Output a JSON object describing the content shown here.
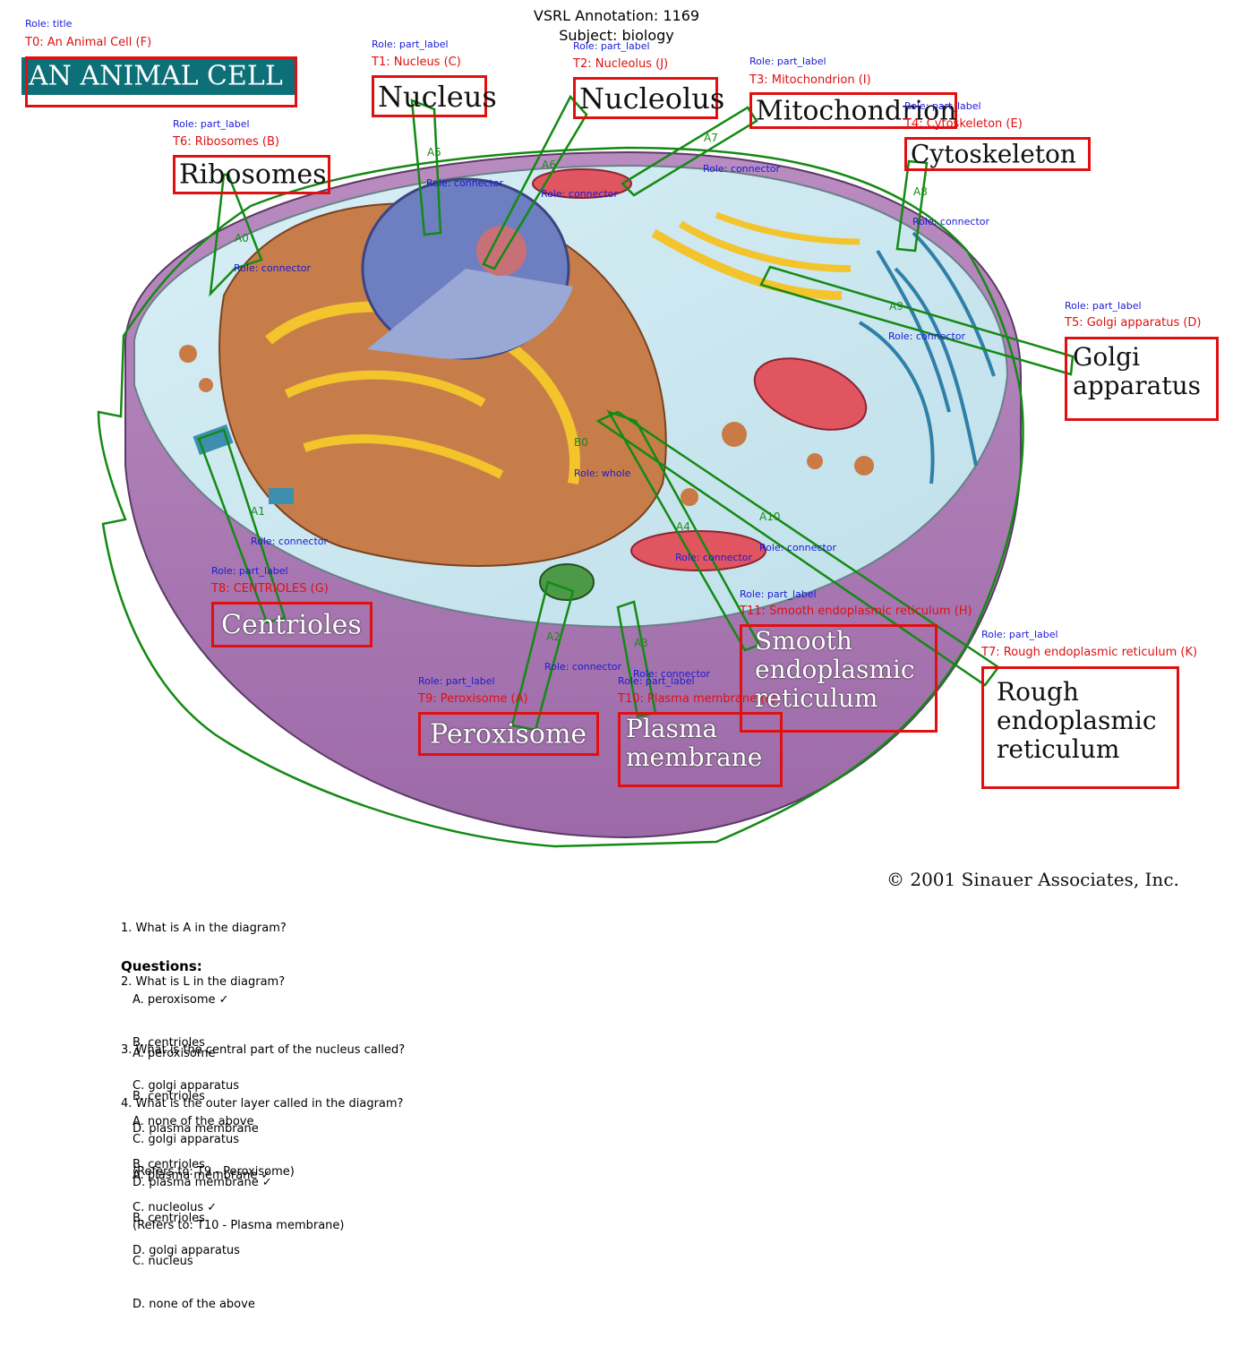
{
  "header": {
    "annotation": "VSRL Annotation: 1169",
    "subject": "Subject: biology"
  },
  "title_role": "Role: title",
  "title_label": "T0: An Animal Cell (F)",
  "title_text": "AN ANIMAL CELL",
  "labels": [
    {
      "role": "Role: part_label",
      "tag": "T1: Nucleus (C)",
      "text": "Nucleus"
    },
    {
      "role": "Role: part_label",
      "tag": "T2: Nucleolus (J)",
      "text": "Nucleolus"
    },
    {
      "role": "Role: part_label",
      "tag": "T3: Mitochondrion (I)",
      "text": "Mitochondrion"
    },
    {
      "role": "Role: part_label",
      "tag": "T4: Cytoskeleton (E)",
      "text": "Cytoskeleton"
    },
    {
      "role": "Role: part_label",
      "tag": "T5: Golgi apparatus (D)",
      "text1": "Golgi",
      "text2": "apparatus"
    },
    {
      "role": "Role: part_label",
      "tag": "T6: Ribosomes (B)",
      "text": "Ribosomes"
    },
    {
      "role": "Role: part_label",
      "tag": "T7: Rough endoplasmic reticulum (K)",
      "text1": "Rough",
      "text2": "endoplasmic",
      "text3": "reticulum"
    },
    {
      "role": "Role: part_label",
      "tag": "T8: CENTRIOLES (G)",
      "text": "Centrioles"
    },
    {
      "role": "Role: part_label",
      "tag": "T9: Peroxisome (A)",
      "text": "Peroxisome"
    },
    {
      "role": "Role: part_label",
      "tag": "T10: Plasma membrane (L)",
      "text1": "Plasma",
      "text2": "membrane"
    },
    {
      "role": "Role: part_label",
      "tag": "T11: Smooth endoplasmic reticulum (H)",
      "text1": "Smooth",
      "text2": "endoplasmic",
      "text3": "reticulum"
    }
  ],
  "connectors": {
    "a0": "A0",
    "a1": "A1",
    "a2": "A2",
    "a3": "A3",
    "a4": "A4",
    "a5": "A5",
    "a6": "A6",
    "a7": "A7",
    "a8": "A8",
    "a9": "A9",
    "a10": "A10",
    "role": "Role: connector"
  },
  "whole": {
    "tag": "B0",
    "role": "Role: whole"
  },
  "copyright": "© 2001 Sinauer Associates, Inc.",
  "questions_heading": "Questions:",
  "questions": [
    {
      "q": "1. What is A in the diagram?",
      "opts": [
        "A. peroxisome ✓",
        "B. centrioles",
        "C. golgi apparatus",
        "D. plasma membrane"
      ],
      "ref": "(Refers to: T9 - Peroxisome)"
    },
    {
      "q": "2. What is L in the diagram?",
      "opts": [
        "A. peroxisome",
        "B. centrioles",
        "C. golgi apparatus",
        "D. plasma membrane ✓"
      ],
      "ref": "(Refers to: T10 - Plasma membrane)"
    },
    {
      "q": "3. What is the central part of the nucleus called?",
      "opts": [
        "A. none of the above",
        "B. centrioles",
        "C. nucleolus ✓",
        "D. golgi apparatus"
      ]
    },
    {
      "q": "4. What is the outer layer called in the diagram?",
      "opts": [
        "A. plasma membrane ✓",
        "B. centrioles",
        "C. nucleus",
        "D. none of the above"
      ]
    }
  ]
}
